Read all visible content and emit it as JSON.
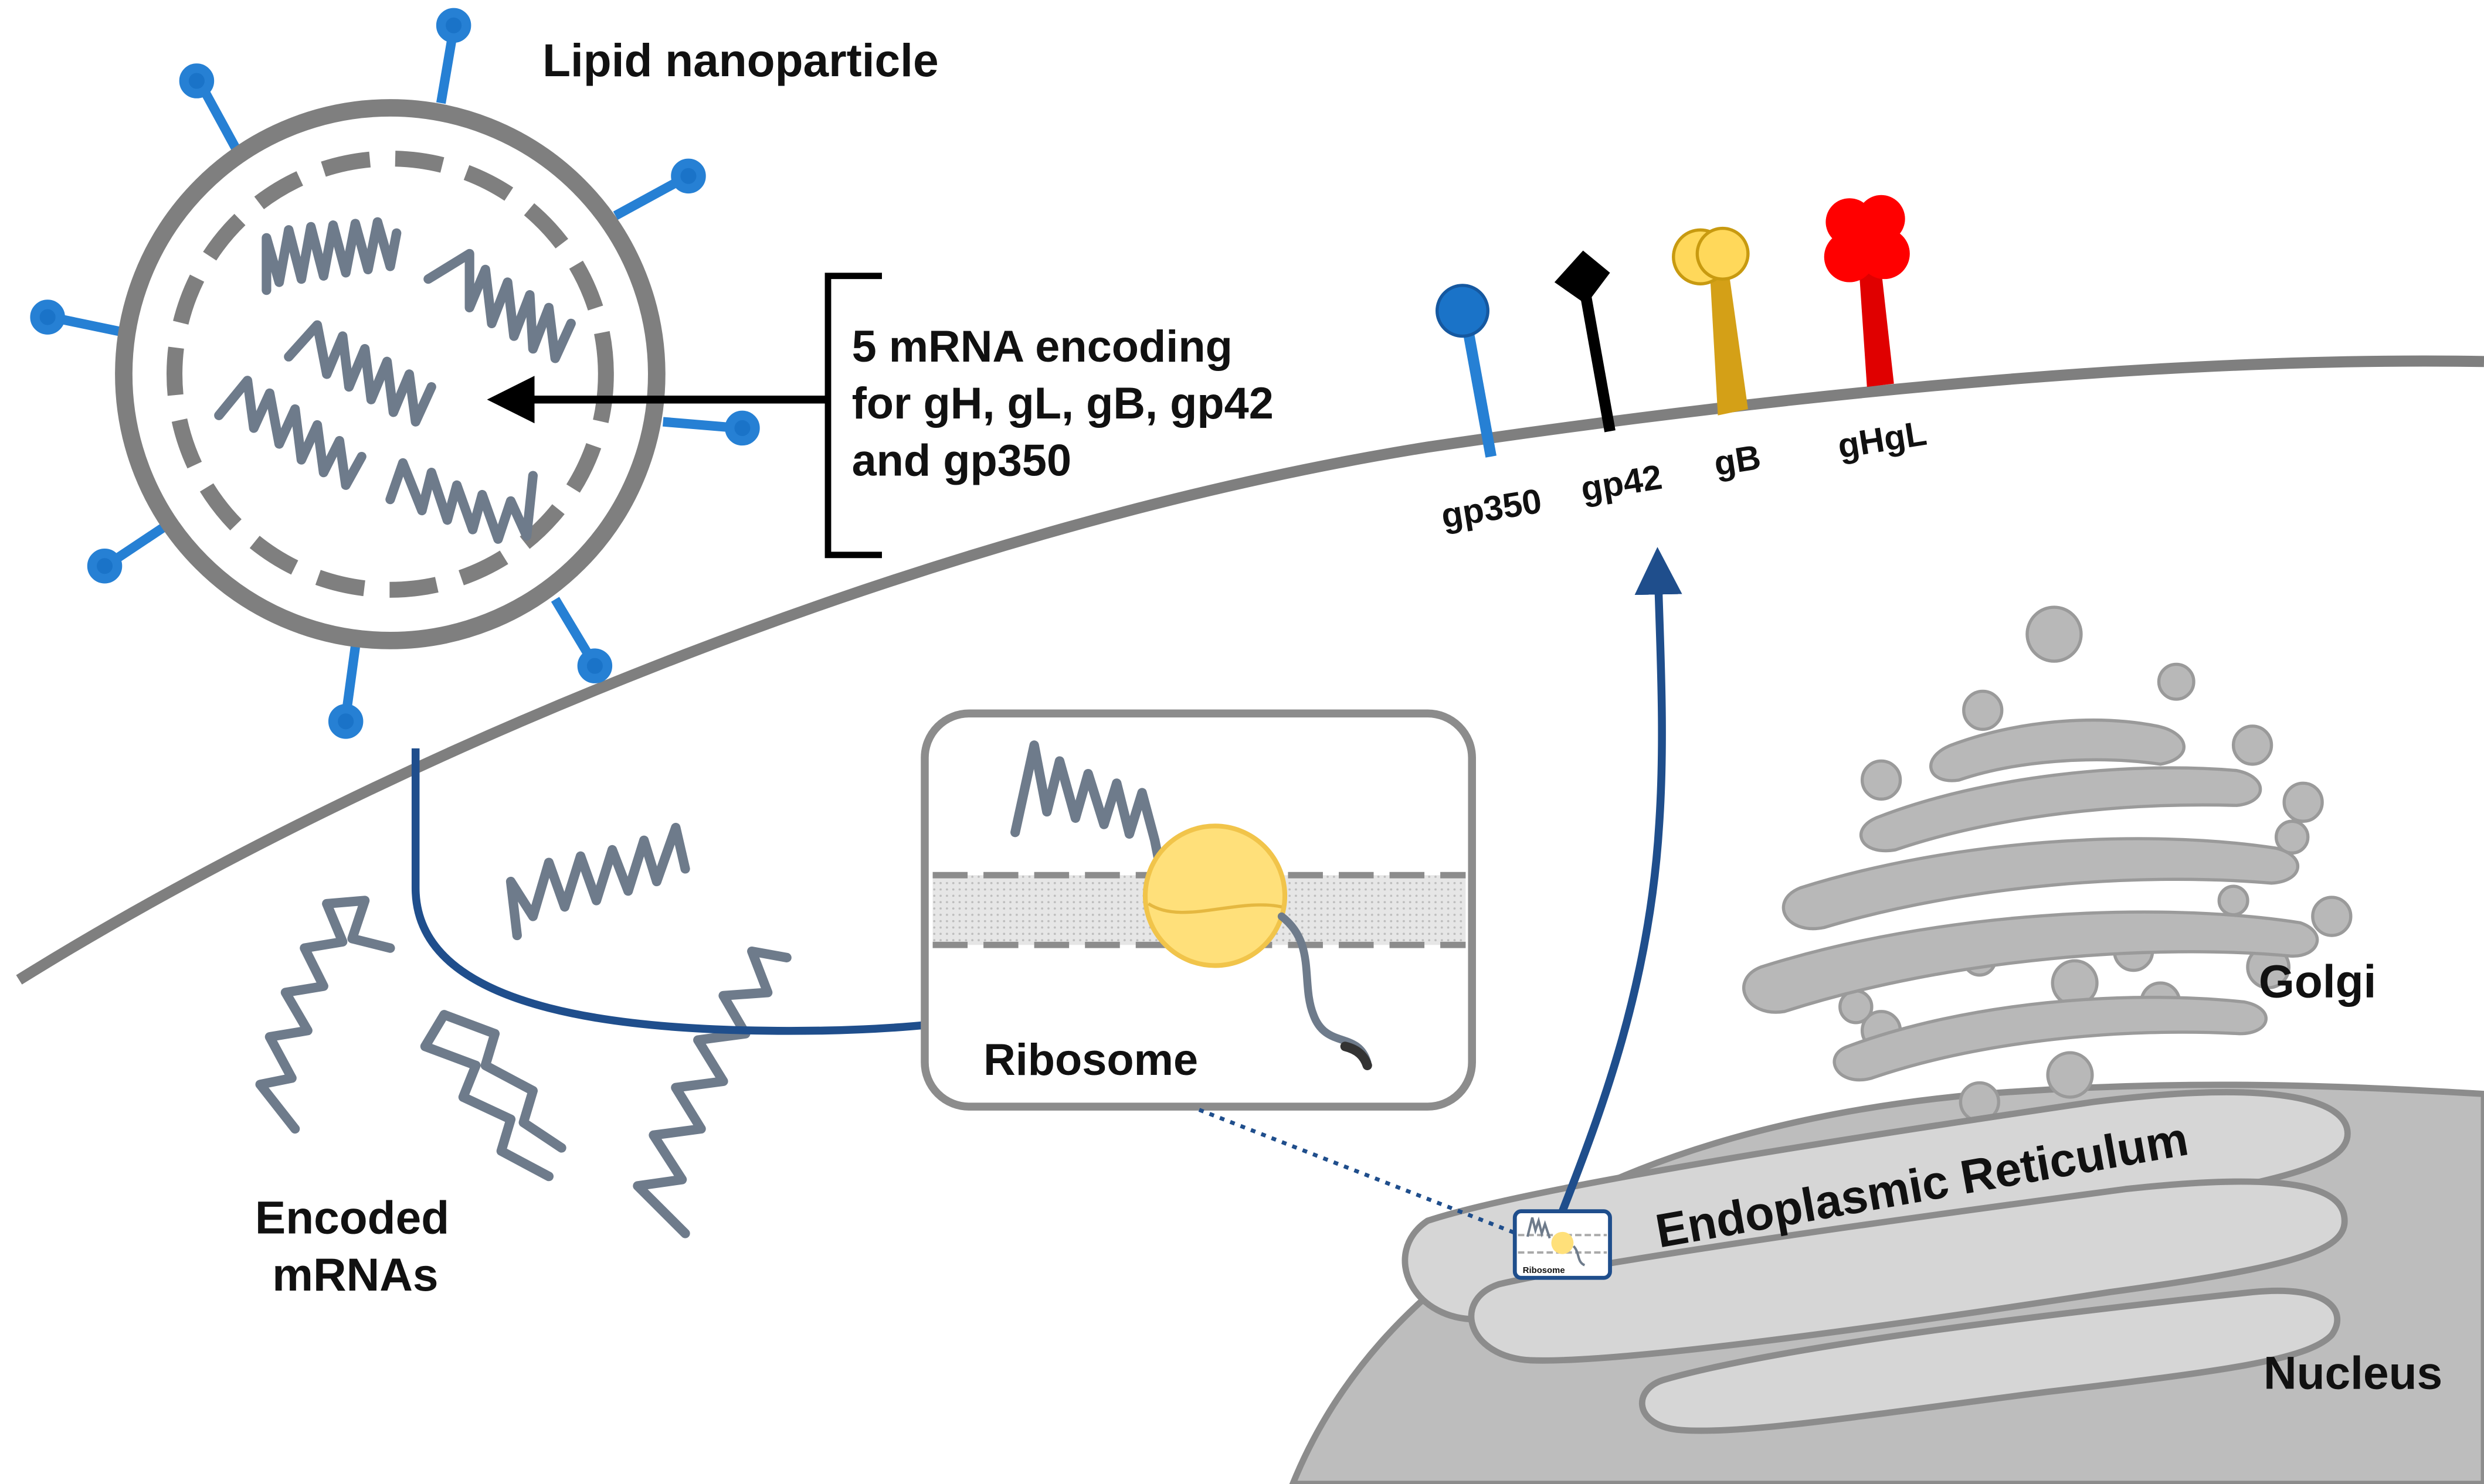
{
  "labels": {
    "lnp": "Lipid nanoparticle",
    "encoding_line1": "5 mRNA encoding",
    "encoding_line2": "for gH, gL, gB, gp42",
    "encoding_line3": "and gp350",
    "ribosome": "Ribosome",
    "ribosome_small": "Ribosome",
    "encoded_line1": "Encoded",
    "encoded_line2": "mRNAs",
    "golgi": "Golgi",
    "er": "Endoplasmic Reticulum",
    "nucleus": "Nucleus"
  },
  "proteins": [
    {
      "label": "gp350",
      "color": "#1a73c8"
    },
    {
      "label": "gp42",
      "color": "#000000"
    },
    {
      "label": "gB",
      "color": "#d4a017"
    },
    {
      "label": "gHgL",
      "color": "#e00000"
    }
  ],
  "colors": {
    "membrane": "#7f7f7f",
    "mrna": "#6e7b8b",
    "arrow": "#1f4e8c",
    "lipid_stalk": "#2680d4",
    "ribosome": "#ffe07a",
    "organelle_fill": "#cfcfcf",
    "organelle_edge": "#8c8c8c"
  }
}
